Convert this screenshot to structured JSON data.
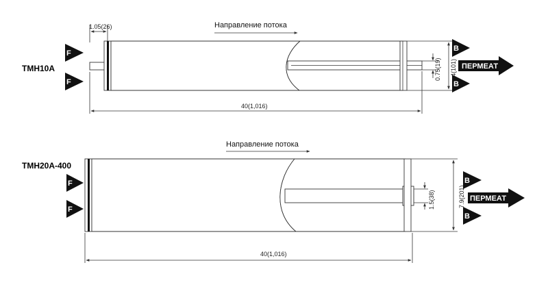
{
  "membranes": [
    {
      "model": "TMH10A",
      "flow_direction": "Направление потока",
      "cap_dim": "1.05(26)",
      "length_dim": "40(1,016)",
      "tube_dim": "0.75(19)",
      "diameter_dim": "4(101)",
      "feed_label": "F",
      "brine_label": "B",
      "permeate_label": "ПЕРМЕАТ"
    },
    {
      "model": "TMH20A-400",
      "flow_direction": "Направление потока",
      "length_dim": "40(1,016)",
      "tube_dim": "1.5(38)",
      "diameter_dim": "7.9(201)",
      "feed_label": "F",
      "brine_label": "B",
      "permeate_label": "ПЕРМЕАТ"
    }
  ],
  "colors": {
    "arrow_fill": "#111111",
    "line": "#333333"
  }
}
